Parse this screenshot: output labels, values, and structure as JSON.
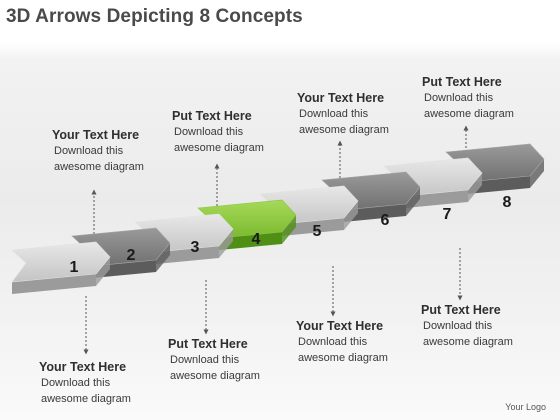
{
  "title": "3D Arrows Depicting 8 Concepts",
  "colors": {
    "arrow_gray_top": "#d2d2d2",
    "arrow_gray_dark": "#7f7f7f",
    "arrow_gray_side": "#5c5c5c",
    "highlight_top": "#8cc63f",
    "highlight_side": "#4f8f15",
    "text_dark": "#2f2f2f"
  },
  "steps": [
    {
      "number": "1",
      "highlight": false
    },
    {
      "number": "2",
      "highlight": false
    },
    {
      "number": "3",
      "highlight": false
    },
    {
      "number": "4",
      "highlight": true
    },
    {
      "number": "5",
      "highlight": false
    },
    {
      "number": "6",
      "highlight": false
    },
    {
      "number": "7",
      "highlight": false
    },
    {
      "number": "8",
      "highlight": false
    }
  ],
  "callouts": [
    {
      "step": "1",
      "position": "above",
      "heading": "Your Text Here",
      "line1": "Download this",
      "line2": "awesome diagram"
    },
    {
      "step": "1",
      "position": "below",
      "heading": "Your Text Here",
      "line1": "Download this",
      "line2": "awesome diagram"
    },
    {
      "step": "3",
      "position": "above",
      "heading": "Put Text Here",
      "line1": "Download this",
      "line2": "awesome diagram"
    },
    {
      "step": "3",
      "position": "below",
      "heading": "Put Text Here",
      "line1": "Download this",
      "line2": "awesome diagram"
    },
    {
      "step": "5",
      "position": "above",
      "heading": "Your Text Here",
      "line1": "Download this",
      "line2": "awesome diagram"
    },
    {
      "step": "5",
      "position": "below",
      "heading": "Your Text Here",
      "line1": "Download this",
      "line2": "awesome diagram"
    },
    {
      "step": "7",
      "position": "above",
      "heading": "Put Text Here",
      "line1": "Download this",
      "line2": "awesome diagram"
    },
    {
      "step": "7",
      "position": "below",
      "heading": "Put Text Here",
      "line1": "Download this",
      "line2": "awesome diagram"
    }
  ],
  "logo_text": "Your Logo"
}
